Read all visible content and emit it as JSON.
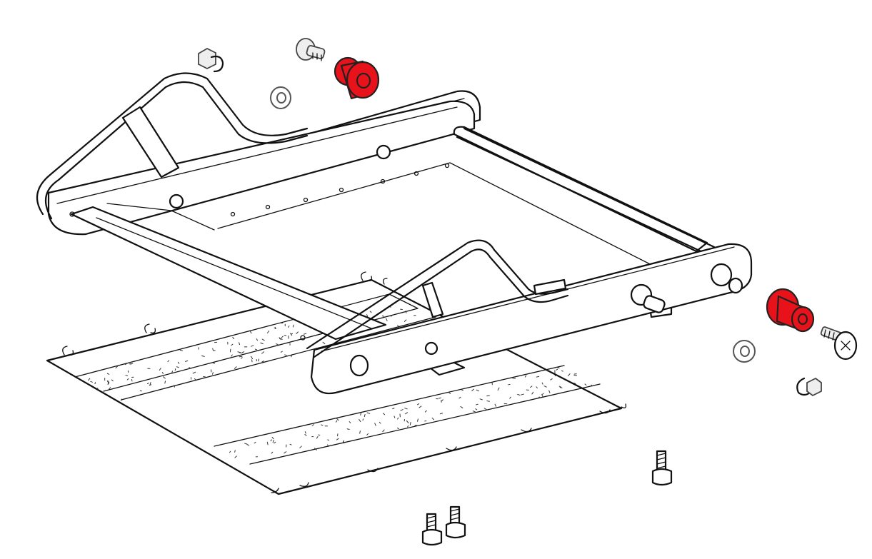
{
  "diagram": {
    "highlight_color": "#e8121a",
    "line_color": "#111111",
    "background": "#ffffff",
    "parts": [
      {
        "name": "frame-assembly"
      },
      {
        "name": "padded-sling-seat"
      },
      {
        "name": "roller-highlighted",
        "count": 2
      },
      {
        "name": "washer",
        "count": 2
      },
      {
        "name": "shoulder-screw",
        "count": 2
      },
      {
        "name": "clip-nut",
        "count": 2
      },
      {
        "name": "cap-screw",
        "count": 3
      }
    ]
  }
}
